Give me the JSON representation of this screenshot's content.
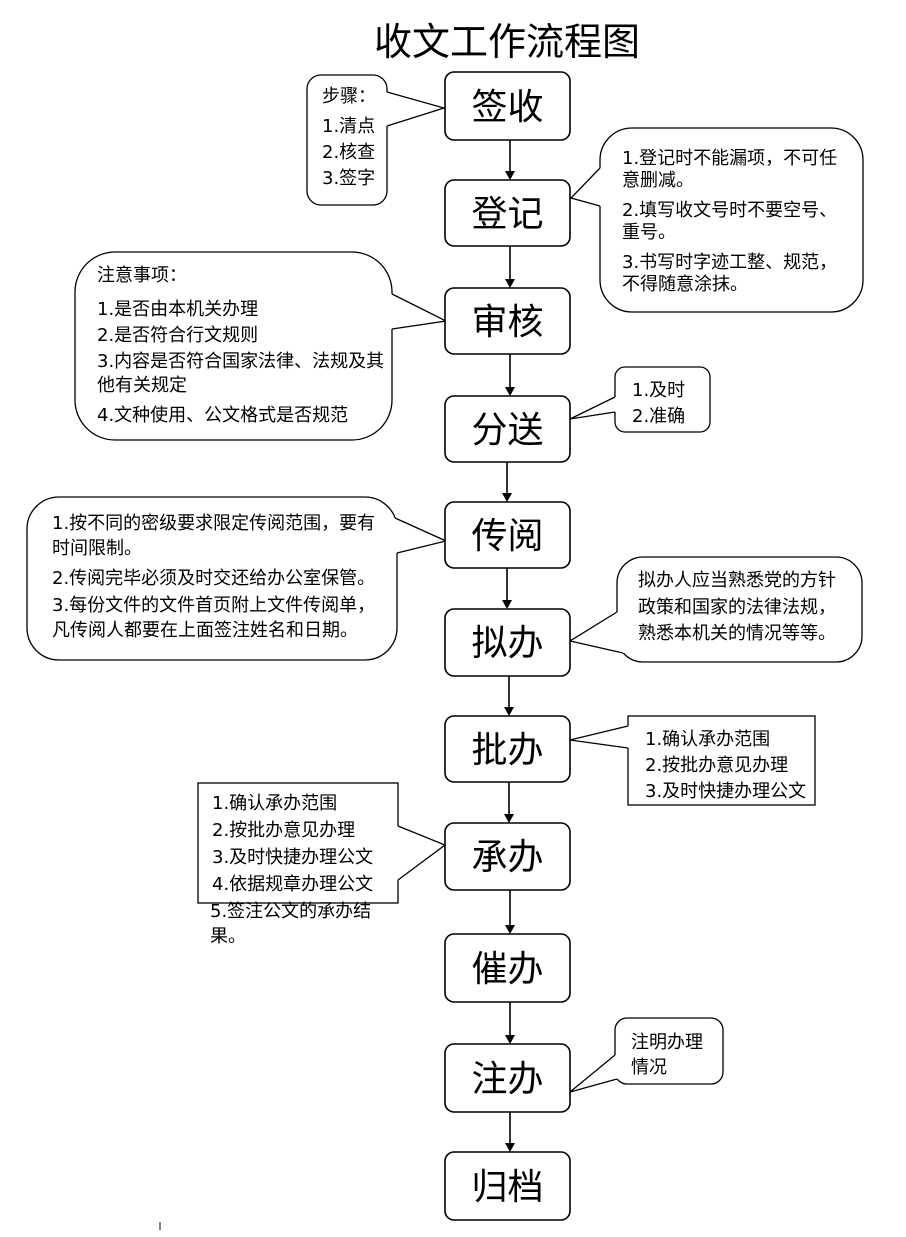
{
  "title": "收文工作流程图",
  "colors": {
    "line": "#000000",
    "text": "#000000",
    "background": "#ffffff"
  },
  "steps": [
    {
      "label": "签收",
      "note": [
        "步骤：",
        "1.清点",
        "2.核查",
        "3.签字"
      ]
    },
    {
      "label": "登记",
      "note": [
        "1.登记时不能漏项，不可任",
        "意删减。",
        "2.填写收文号时不要空号、",
        "重号。",
        "3.书写时字迹工整、规范，",
        "不得随意涂抹。"
      ]
    },
    {
      "label": "审核",
      "note": [
        "注意事项：",
        "1.是否由本机关办理",
        "2.是否符合行文规则",
        "3.内容是否符合国家法律、法规及其",
        "他有关规定",
        "4.文种使用、公文格式是否规范"
      ]
    },
    {
      "label": "分送",
      "note": [
        "1.及时",
        "2.准确"
      ]
    },
    {
      "label": "传阅",
      "note": [
        "1.按不同的密级要求限定传阅范围，要有",
        "时间限制。",
        "2.传阅完毕必须及时交还给办公室保管。",
        "3.每份文件的文件首页附上文件传阅单，",
        "凡传阅人都要在上面签注姓名和日期。"
      ]
    },
    {
      "label": "拟办",
      "note": [
        "拟办人应当熟悉党的方针",
        "政策和国家的法律法规，",
        "熟悉本机关的情况等等。"
      ]
    },
    {
      "label": "批办",
      "note": [
        "1.确认承办范围",
        "2.按批办意见办理",
        "3.及时快捷办理公文"
      ]
    },
    {
      "label": "承办",
      "note": [
        "1.确认承办范围",
        "2.按批办意见办理",
        "3.及时快捷办理公文",
        "4.依据规章办理公文",
        "5.签注公文的承办结",
        "果。"
      ]
    },
    {
      "label": "催办"
    },
    {
      "label": "注办",
      "note": [
        "注明办理",
        "情况"
      ]
    },
    {
      "label": "归档"
    }
  ]
}
